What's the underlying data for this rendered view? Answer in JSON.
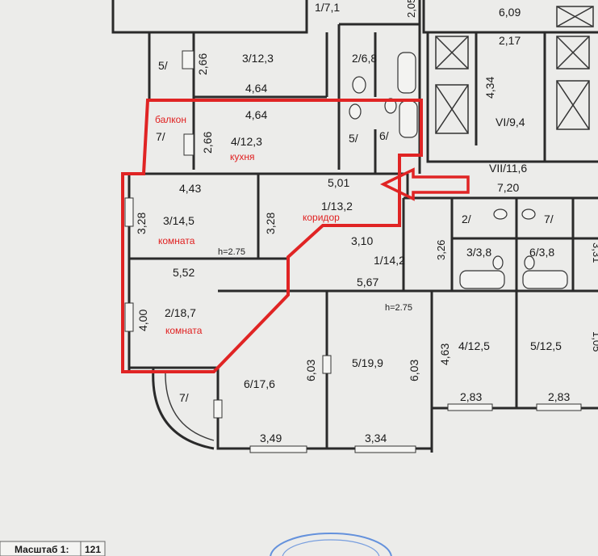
{
  "plan": {
    "rooms": {
      "r_1_7_1": "1/7,1",
      "r_3_12_3_top": "3/12,3",
      "r_2_6_8": "2/6,8",
      "r_5_top": "5/",
      "r_4_12_3": "4/12,3",
      "r_5_small": "5/",
      "r_6_small": "6/",
      "r_3_14_5": "3/14,5",
      "r_1_13_2": "1/13,2",
      "r_1_14_2": "1/14,2",
      "r_2_18_7": "2/18,7",
      "r_6_17_6": "6/17,6",
      "r_5_19_9": "5/19,9",
      "r_4_12_5": "4/12,5",
      "r_5_12_5": "5/12,5",
      "r_7_balcony": "7/",
      "r_7_bottom": "7/",
      "r_vi_9_4": "VI/9,4",
      "r_vii_11_6": "VII/11,6",
      "r_2_wc": "2/",
      "r_7_wc": "7/",
      "r_3_3_8": "3/3,8",
      "r_6_3_8": "6/3,8"
    },
    "dims": {
      "d_2_05": "2,05",
      "d_6_09": "6,09",
      "d_2_17": "2,17",
      "d_4_34": "4,34",
      "d_2_66_a": "2,66",
      "d_4_64_a": "4,64",
      "d_4_64_b": "4,64",
      "d_2_66_b": "2,66",
      "d_5_01": "5,01",
      "d_4_43": "4,43",
      "d_3_28_a": "3,28",
      "d_3_28_b": "3,28",
      "d_3_10": "3,10",
      "d_3_26": "3,26",
      "d_7_20": "7,20",
      "d_h1": "h=2.75",
      "d_5_52": "5,52",
      "d_5_67": "5,67",
      "d_h2": "h=2.75",
      "d_4_00": "4,00",
      "d_6_03_a": "6,03",
      "d_6_03_b": "6,03",
      "d_4_63": "4,63",
      "d_2_83_a": "2,83",
      "d_2_83_b": "2,83",
      "d_3_49": "3,49",
      "d_3_34": "3,34",
      "d_3_31": "3,31",
      "d_1_05": "1,05"
    },
    "annotations": {
      "balcony": "балкон",
      "kitchen": "кухня",
      "corridor": "коридор",
      "room_a": "комната",
      "room_b": "комната"
    },
    "accent_color": "#e02424"
  },
  "footer": {
    "scale_label": "Масштаб 1:",
    "scale_value": "121"
  }
}
